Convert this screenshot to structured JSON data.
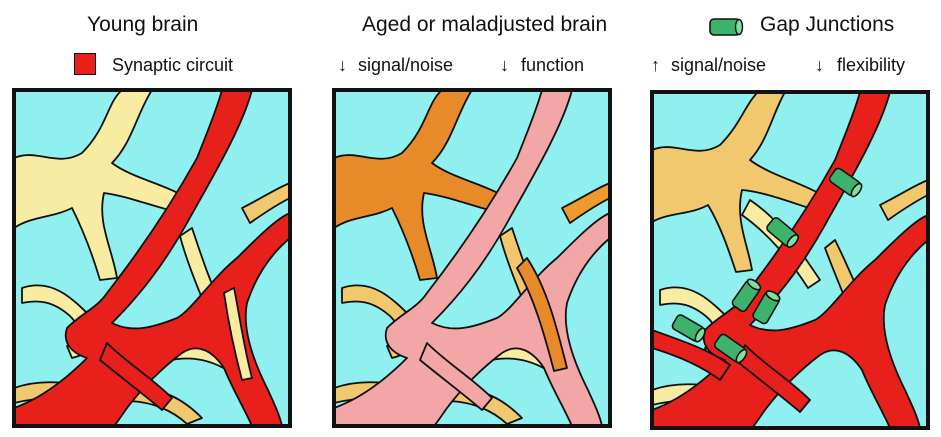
{
  "headers": {
    "young": "Young brain",
    "aged": "Aged or maladjusted brain",
    "gap": "Gap Junctions"
  },
  "legend": {
    "synaptic": "Synaptic circuit"
  },
  "annotations": {
    "aged_signal": "signal/noise",
    "aged_function": "function",
    "gap_signal": "signal/noise",
    "gap_flex": "flexibility",
    "down_arrow": "↓",
    "up_arrow": "↑"
  },
  "colors": {
    "background": "#8ff0ef",
    "glia_light": "#f7eca1",
    "glia_mid": "#f2c86e",
    "glia_orange": "#ef9a2d",
    "glia_aged": "#e98a2a",
    "circuit_red": "#e8201c",
    "circuit_pink": "#f2a6a6",
    "junction_green": "#3db26b",
    "outline": "#111111"
  }
}
